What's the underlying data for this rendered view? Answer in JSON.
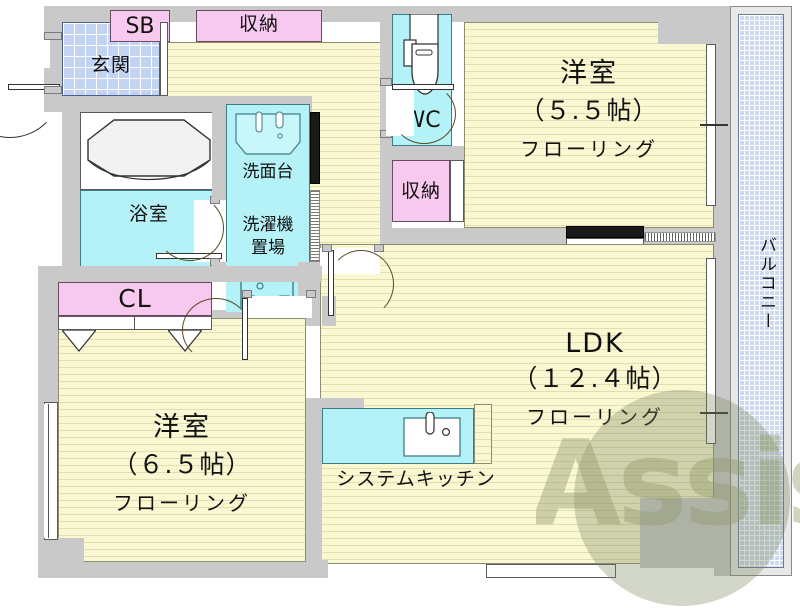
{
  "plan": {
    "kind": "japanese-apartment-floorplan",
    "watermark": "Assist",
    "colors": {
      "wall": "#c9c9c9",
      "flooring": "#f9f8d2",
      "closet": "#f8c9ee",
      "wet_area": "#b5f2f7",
      "entrance_tile": "#c3d3f2",
      "balcony_tile": "#ccd9ef",
      "partition_dark": "#1a1a1a",
      "text": "#111111",
      "watermark": "#91986c"
    }
  },
  "rooms": {
    "entrance": {
      "label": "玄関"
    },
    "shoe_box": {
      "label": "SB"
    },
    "hall_closet": {
      "label": "収納"
    },
    "bath": {
      "label": "浴室"
    },
    "vanity": {
      "label": "洗面台"
    },
    "laundry": {
      "label": "洗濯機",
      "label2": "置場"
    },
    "toilet": {
      "label": "WC"
    },
    "bedroom_closet": {
      "label": "収納"
    },
    "western_room_1": {
      "name": "洋室",
      "size": "（５.５帖）",
      "material": "フローリング"
    },
    "western_room_2": {
      "name": "洋室",
      "size": "（６.５帖）",
      "material": "フローリング"
    },
    "living_dining_kitchen": {
      "name": "LDK",
      "size": "（１２.４帖）",
      "material": "フローリング"
    },
    "system_kitchen": {
      "label": "システムキッチン"
    },
    "closet_2": {
      "label": "CL"
    },
    "balcony": {
      "label": "バルコニー"
    }
  }
}
